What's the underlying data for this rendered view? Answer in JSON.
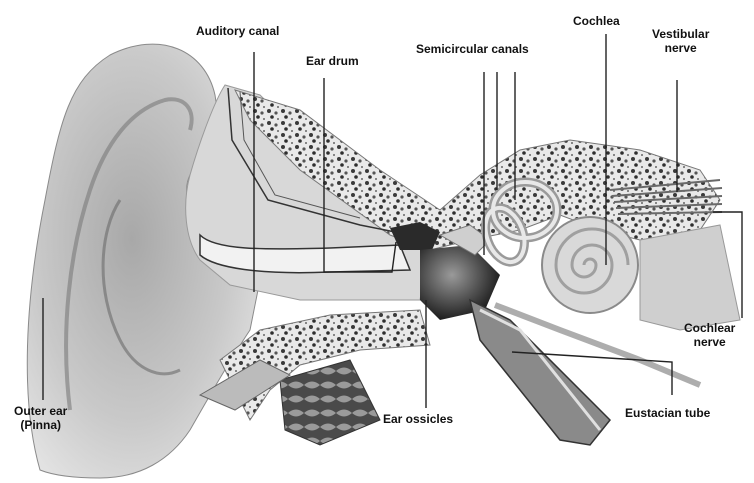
{
  "labels": {
    "auditory_canal": "Auditory canal",
    "ear_drum": "Ear drum",
    "semicircular_canals": "Semicircular canals",
    "cochlea": "Cochlea",
    "vestibular_nerve_1": "Vestibular",
    "vestibular_nerve_2": "nerve",
    "cochlear_nerve_1": "Cochlear",
    "cochlear_nerve_2": "nerve",
    "outer_ear_1": "Outer ear",
    "outer_ear_2": "(Pinna)",
    "ear_ossicles": "Ear ossicles",
    "eustachian_tube": "Eustacian tube"
  },
  "colors": {
    "ink": "#111111",
    "skin": "#cfcfcf",
    "skin_dark": "#8a8a8a",
    "bone": "#e6e6e6",
    "bone_spots": "#3a3a3a",
    "inner": "#bdbdbd"
  }
}
